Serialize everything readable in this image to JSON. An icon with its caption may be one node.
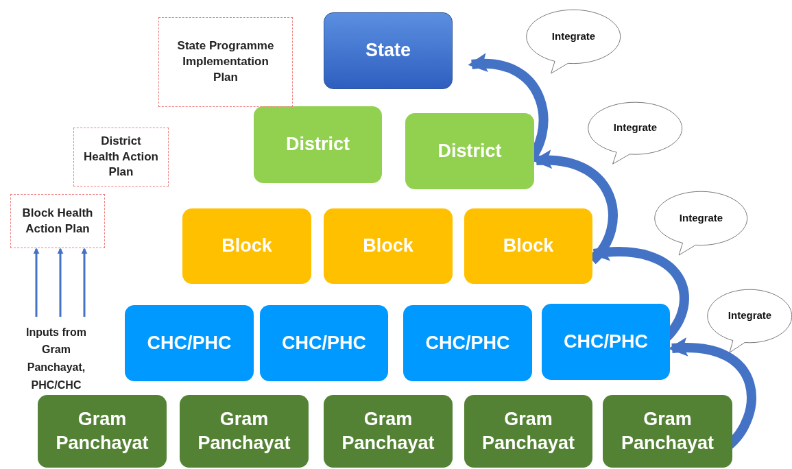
{
  "diagram": {
    "nodes": [
      {
        "text": [
          "State"
        ]
      },
      {
        "text": [
          "District"
        ]
      },
      {
        "text": [
          "District"
        ]
      },
      {
        "text": [
          "Block"
        ]
      },
      {
        "text": [
          "Block"
        ]
      },
      {
        "text": [
          "Block"
        ]
      },
      {
        "text": [
          "CHC/PHC"
        ]
      },
      {
        "text": [
          "CHC/PHC"
        ]
      },
      {
        "text": [
          "CHC/PHC"
        ]
      },
      {
        "text": [
          "CHC/PHC"
        ]
      },
      {
        "text": [
          "Gram Panchayat"
        ]
      },
      {
        "text": [
          "Gram Panchayat"
        ]
      },
      {
        "text": [
          "Gram Panchayat"
        ]
      },
      {
        "text": [
          "Gram Panchayat"
        ]
      },
      {
        "text": [
          "Gram Panchayat"
        ]
      },
      {
        "text": [
          "State Programme Implementation Plan"
        ]
      },
      {
        "text": [
          "District Health Action Plan"
        ]
      },
      {
        "text": [
          "Block Health Action Plan"
        ]
      },
      {
        "text": [
          "Inputs from Gram Panchayat, PHC/CHC"
        ]
      },
      {
        "text": [
          "Integrate"
        ]
      },
      {
        "text": [
          "Integrate"
        ]
      },
      {
        "text": [
          "Integrate"
        ]
      },
      {
        "text": [
          "Integrate"
        ]
      }
    ],
    "edges": [
      {
        "from": 14,
        "to": 9,
        "arrow": "to"
      },
      {
        "from": 9,
        "to": 5,
        "arrow": "to"
      },
      {
        "from": 5,
        "to": 2,
        "arrow": "to"
      },
      {
        "from": 2,
        "to": 0,
        "arrow": "to"
      },
      {
        "from": 18,
        "to": 17,
        "arrow": "to"
      },
      {
        "from": 18,
        "to": 17,
        "arrow": "to"
      },
      {
        "from": 18,
        "to": 17,
        "arrow": "to"
      }
    ]
  }
}
